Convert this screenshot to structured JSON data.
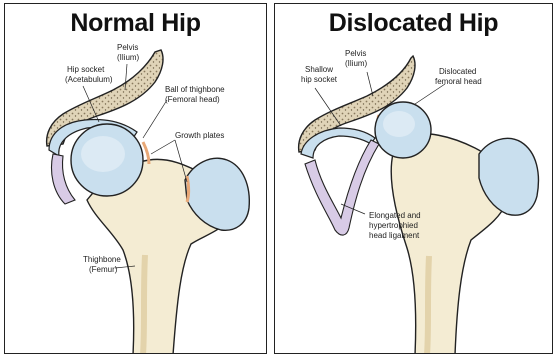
{
  "panels": {
    "normal": {
      "title": "Normal Hip",
      "labels": {
        "pelvis_1": "Pelvis",
        "pelvis_2": "(Ilium)",
        "socket_1": "Hip socket",
        "socket_2": "(Acetabulum)",
        "ball_1": "Ball of thighbone",
        "ball_2": "(Femoral head)",
        "growth": "Growth plates",
        "thigh_1": "Thighbone",
        "thigh_2": "(Femur)"
      }
    },
    "dislocated": {
      "title": "Dislocated Hip",
      "labels": {
        "pelvis_1": "Pelvis",
        "pelvis_2": "(Ilium)",
        "shallow_1": "Shallow",
        "shallow_2": "hip socket",
        "head_1": "Dislocated",
        "head_2": "femoral head",
        "lig_1": "Elongated and",
        "lig_2": "hypertrophied",
        "lig_3": "head ligament"
      }
    }
  },
  "colors": {
    "bone": "#f4ecd3",
    "bone_shade": "#e3d3ab",
    "cartilage": "#c9dfee",
    "cartilage_edge": "#8fb2cc",
    "pelvis": "#d9ccb0",
    "ligament": "#d8cbe6",
    "growth_plate": "#e8a877",
    "outline": "#222222"
  }
}
